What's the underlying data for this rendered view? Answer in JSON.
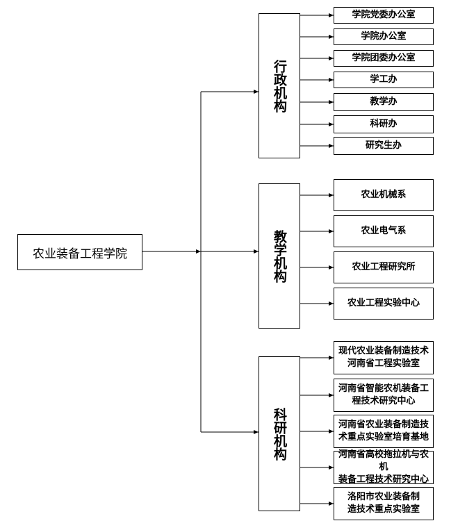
{
  "root": {
    "label": "农业装备工程学院"
  },
  "groups": [
    {
      "label": "行政机构",
      "children": [
        "学院党委办公室",
        "学院办公室",
        "学院团委办公室",
        "学工办",
        "教学办",
        "科研办",
        "研究生办"
      ]
    },
    {
      "label": "教学机构",
      "children": [
        "农业机械系",
        "农业电气系",
        "农业工程研究所",
        "农业工程实验中心"
      ]
    },
    {
      "label": "科研机构",
      "children": [
        "现代农业装备制造技术\n河南省工程实验室",
        "河南省智能农机装备工\n程技术研究中心",
        "河南省农业装备制造技\n术重点实验室培育基地",
        "河南省高校拖拉机与农机\n装备工程技术研究中心",
        "洛阳市农业装备制\n造技术重点实验室"
      ]
    }
  ],
  "colors": {
    "line": "#000000",
    "box_border": "#000000",
    "background": "#ffffff"
  }
}
